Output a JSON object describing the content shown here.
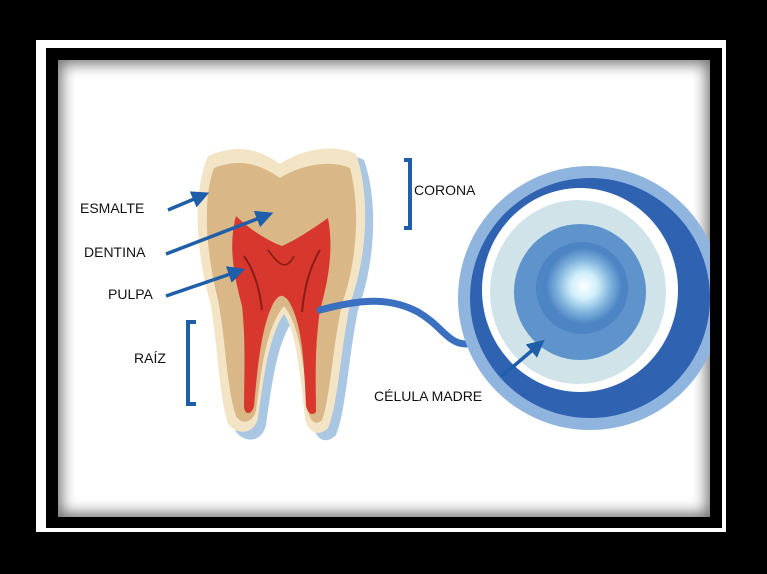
{
  "labels": {
    "esmalte": "ESMALTE",
    "dentina": "DENTINA",
    "pulpa": "PULPA",
    "raiz": "RAÍZ",
    "corona": "CORONA",
    "celula_madre": "CÉLULA MADRE"
  },
  "colors": {
    "enamel": "#f3e4c6",
    "dentin": "#d9b786",
    "pulp": "#d8372e",
    "shadow_blue": "#a9c6e2",
    "arrow": "#1f5ea8",
    "cell_outer": "#2f63b2",
    "cell_ring": "#8fb4de",
    "cell_inner": "#cfe3e8"
  }
}
